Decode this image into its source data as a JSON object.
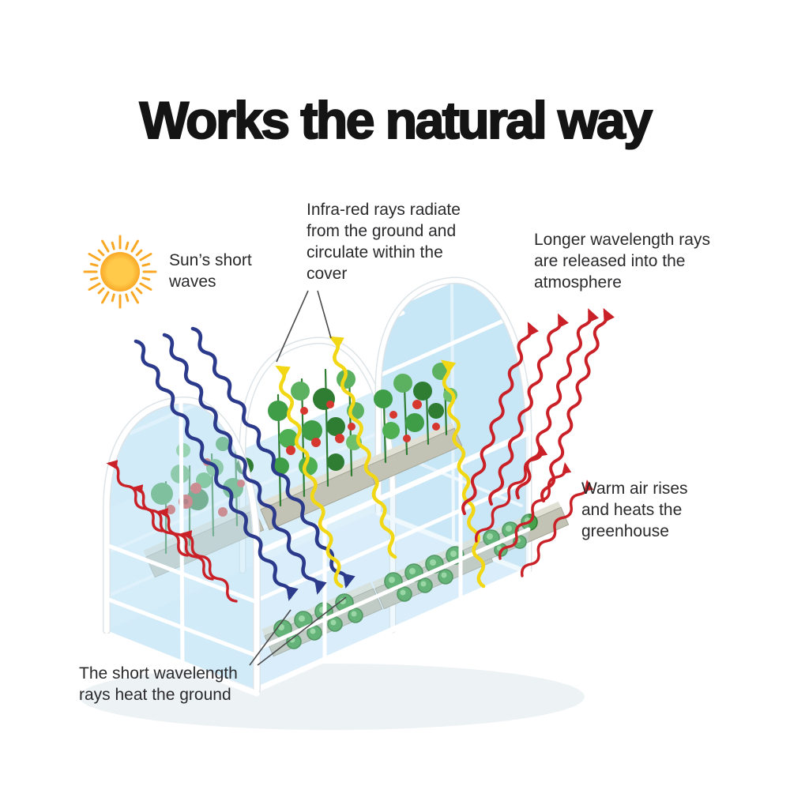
{
  "title": {
    "text": "Works the natural way"
  },
  "annotations": {
    "sun_label": "Sun’s short waves",
    "infrared_label": "Infra-red rays radiate from the ground and circulate within the cover",
    "longer_label": "Longer wavelength rays are released into the atmosphere",
    "warm_label": "Warm air rises and heats the greenhouse",
    "ground_label": "The short wavelength rays heat the ground"
  },
  "icons": {
    "sun": "sun-icon"
  },
  "colors": {
    "sun": "#F9A825",
    "sun_light": "#FFC94A",
    "short_waves": "#2C3A8C",
    "infrared_rays": "#F2D714",
    "released_rays": "#C92127",
    "glass": "#BFE3F6",
    "glass_deep": "#A5D6EF",
    "frame": "#FFFFFF",
    "leaf": "#3F9C47",
    "leaf_dark": "#2E7D32",
    "tomato": "#D6372F",
    "text": "#2A2A2C"
  }
}
